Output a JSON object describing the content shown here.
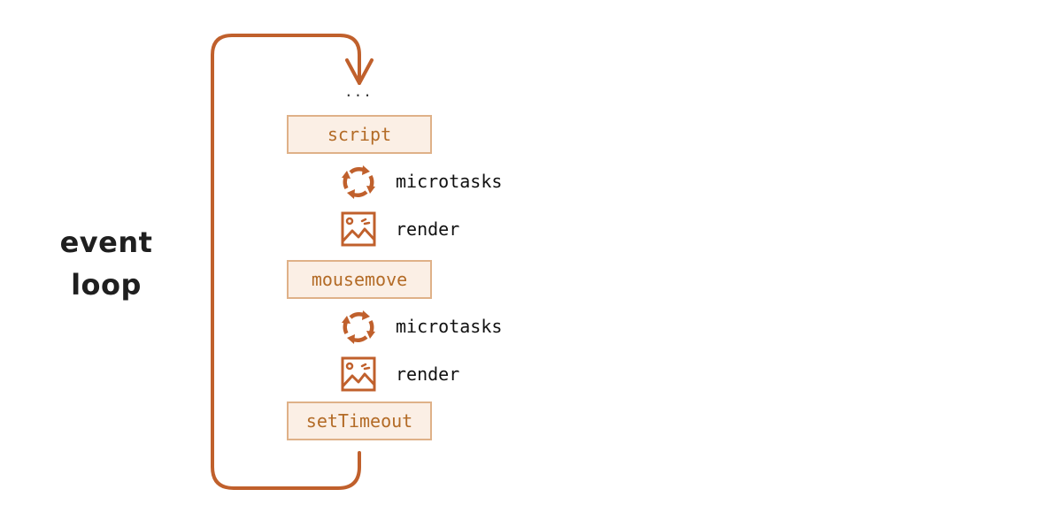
{
  "diagram": {
    "title_line1": "event",
    "title_line2": "loop",
    "ellipsis": "...",
    "accent_color": "#c0602c",
    "box_fill": "#fbefe5",
    "box_border": "#dfb188",
    "box_text_color": "#b36b26",
    "tasks": [
      "script",
      "mousemove",
      "setTimeout"
    ],
    "steps": [
      {
        "label": "microtasks",
        "icon": "refresh-cycle-icon"
      },
      {
        "label": "render",
        "icon": "image-icon"
      },
      {
        "label": "microtasks",
        "icon": "refresh-cycle-icon"
      },
      {
        "label": "render",
        "icon": "image-icon"
      }
    ]
  }
}
